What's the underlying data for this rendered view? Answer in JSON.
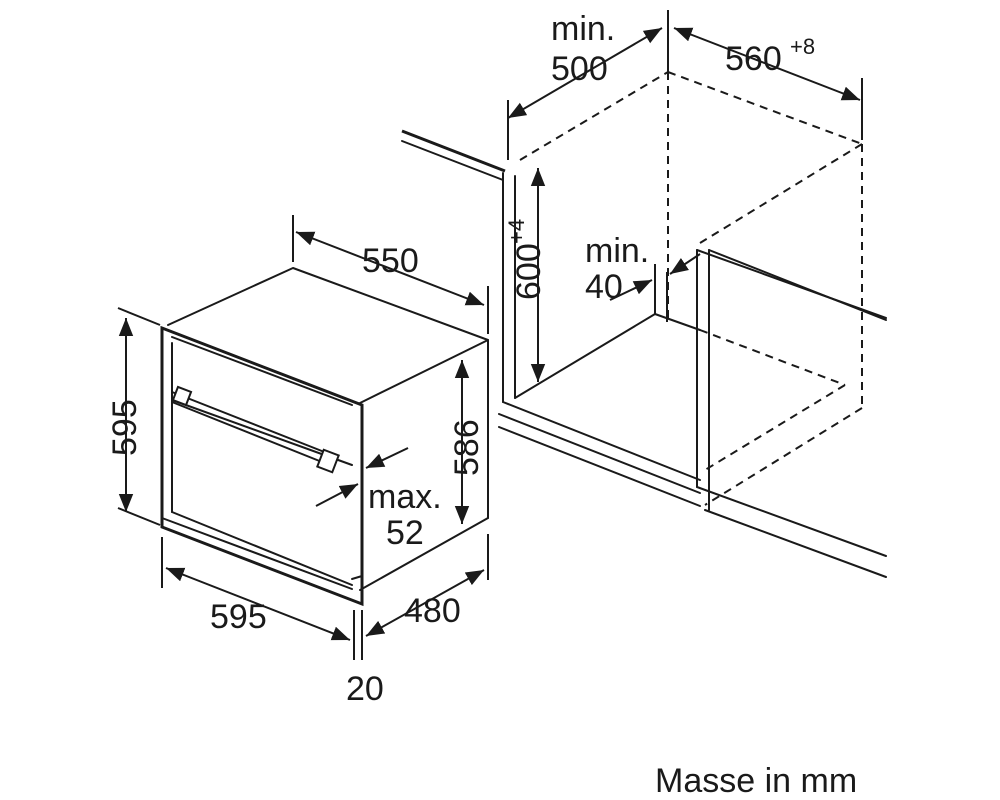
{
  "labels": {
    "niche_depth_min": "min.",
    "niche_depth_value": "500",
    "niche_width_value": "560",
    "niche_width_tolerance": "+8",
    "niche_height_value": "600",
    "niche_height_tolerance": "+4",
    "gap_min": "min.",
    "gap_value": "40",
    "appliance_depth_top": "550",
    "appliance_height": "595",
    "appliance_body_height": "586",
    "handle_max": "max.",
    "handle_value": "52",
    "appliance_width": "595",
    "appliance_body_depth": "480",
    "front_thickness": "20",
    "units_caption": "Masse in mm"
  }
}
